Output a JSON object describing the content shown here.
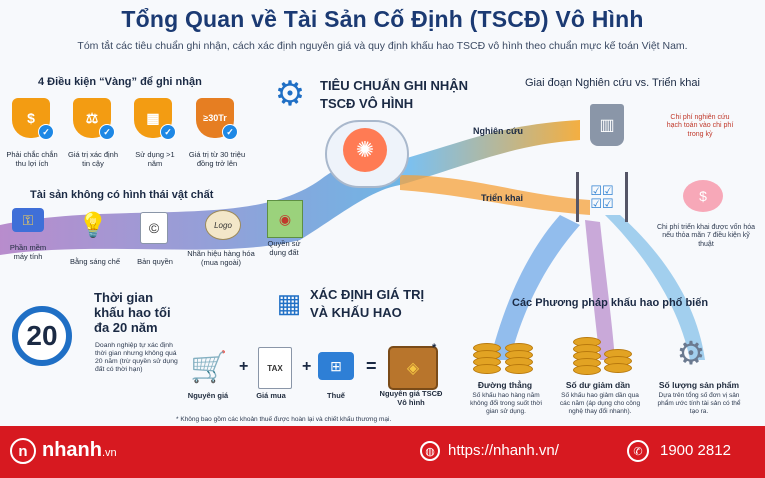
{
  "title": "Tổng Quan về Tài Sản Cố Định (TSCĐ) Vô Hình",
  "subtitle": "Tóm tắt các tiêu chuẩn ghi nhận, cách xác định nguyên giá và quy định khấu hao TSCĐ vô hình theo chuẩn mực kế toán Việt Nam.",
  "conditions": {
    "heading": "4 Điều kiện “Vàng” để ghi nhận",
    "items": [
      {
        "label": "Phải chắc chắn thu lợi ích",
        "icon_text": "$",
        "color": "#f39c12"
      },
      {
        "label": "Giá trị xác định tin cậy",
        "icon_text": "⚖",
        "color": "#f39c12"
      },
      {
        "label": "Sử dụng >1 năm",
        "icon_text": "▦",
        "color": "#f39c12"
      },
      {
        "label": "Giá trị từ 30 triệu đồng trở lên",
        "icon_text": "≥30Tr",
        "color": "#e67e22"
      }
    ]
  },
  "standard": {
    "heading_line1": "TIÊU CHUẨN GHI NHẬN",
    "heading_line2": "TSCĐ VÔ HÌNH"
  },
  "research": {
    "heading": "Giai đoạn Nghiên cứu vs. Triển khai",
    "research_label": "Nghiên cứu",
    "research_note": "Chi phí nghiên cứu hạch toán vào chi phí trong kỳ",
    "dev_label": "Triển khai",
    "dev_note": "Chi phí triển khai được vốn hóa nếu thỏa mãn 7 điều kiện kỹ thuật"
  },
  "intangible": {
    "heading": "Tài sản không có hình thái vật chất",
    "items": [
      {
        "label": "Phần mềm máy tính"
      },
      {
        "label": "Bằng sáng chế"
      },
      {
        "label": "Bản quyền"
      },
      {
        "label": "Nhãn hiệu hàng hóa (mua ngoài)",
        "logo": "Logo"
      },
      {
        "label": "Quyền sử dụng đất"
      }
    ]
  },
  "period": {
    "number": "20",
    "heading": "Thời gian khấu hao tối đa 20 năm",
    "note": "Doanh nghiệp tự xác định thời gian nhưng không quá 20 năm (trừ quyền sử dụng đất có thời hạn)"
  },
  "valuation": {
    "heading_line1": "XÁC ĐỊNH GIÁ TRỊ",
    "heading_line2": "VÀ KHẤU HAO",
    "formula": [
      {
        "label": "Nguyên giá"
      },
      {
        "label": "Giá mua",
        "icon_text": "TAX"
      },
      {
        "label": "Thuế"
      },
      {
        "label": "Nguyên giá TSCĐ Vô hình"
      }
    ],
    "plus1": "+",
    "plus2": "+",
    "equals": "=",
    "asterisk": "*",
    "footnote": "* Không bao gồm các khoản thuế được hoàn lại và chiết khấu thương mại."
  },
  "methods": {
    "heading": "Các Phương pháp khấu hao phổ biến",
    "items": [
      {
        "name": "Đường thẳng",
        "desc": "Số khấu hao hàng năm không đổi trong suốt thời gian sử dụng."
      },
      {
        "name": "Số dư giảm dần",
        "desc": "Số khấu hao giảm dần qua các năm (áp dụng cho công nghệ thay đổi nhanh)."
      },
      {
        "name": "Số lượng sản phẩm",
        "desc": "Dựa trên tổng số đơn vị sản phẩm ước tính tài sản có thể tạo ra."
      }
    ]
  },
  "footer": {
    "brand": "nhanh",
    "brand_suffix": ".vn",
    "url": "https://nhanh.vn/",
    "phone": "1900 2812"
  },
  "colors": {
    "primary": "#1b3a73",
    "footer": "#d71920",
    "accent_orange": "#f39c12"
  }
}
